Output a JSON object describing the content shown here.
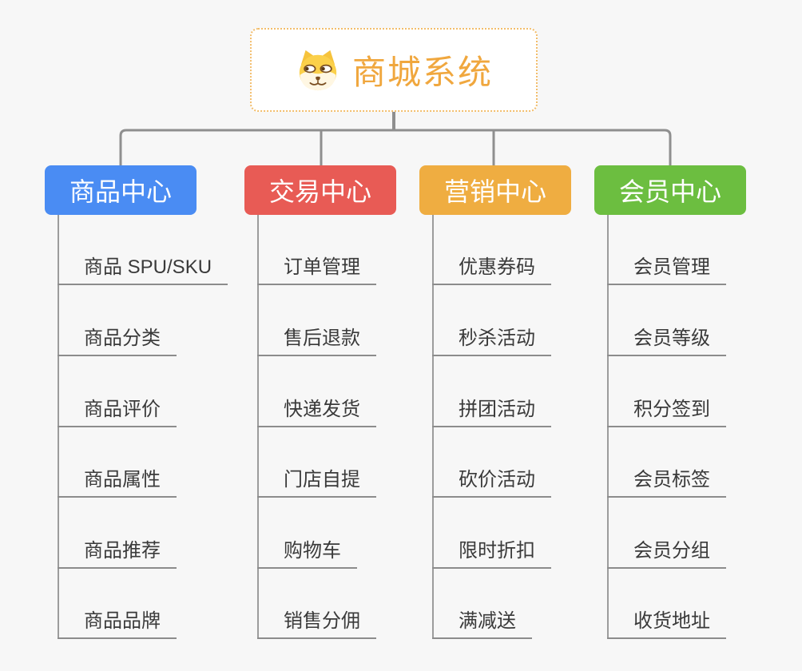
{
  "canvas": {
    "background": "#F7F7F7",
    "connector_color": "#8F8F8F"
  },
  "root": {
    "title": "商城系统",
    "icon": "doge-dog-icon",
    "text_color": "#F0A73E",
    "border_color": "#F2BD6B"
  },
  "branches": [
    {
      "label": "商品中心",
      "color": "#4A8CF3",
      "items": [
        "商品 SPU/SKU",
        "商品分类",
        "商品评价",
        "商品属性",
        "商品推荐",
        "商品品牌"
      ]
    },
    {
      "label": "交易中心",
      "color": "#E85B55",
      "items": [
        "订单管理",
        "售后退款",
        "快递发货",
        "门店自提",
        "购物车",
        "销售分佣"
      ]
    },
    {
      "label": "营销中心",
      "color": "#EFAD41",
      "items": [
        "优惠券码",
        "秒杀活动",
        "拼团活动",
        "砍价活动",
        "限时折扣",
        "满减送"
      ]
    },
    {
      "label": "会员中心",
      "color": "#6CBE40",
      "items": [
        "会员管理",
        "会员等级",
        "积分签到",
        "会员标签",
        "会员分组",
        "收货地址"
      ]
    }
  ]
}
